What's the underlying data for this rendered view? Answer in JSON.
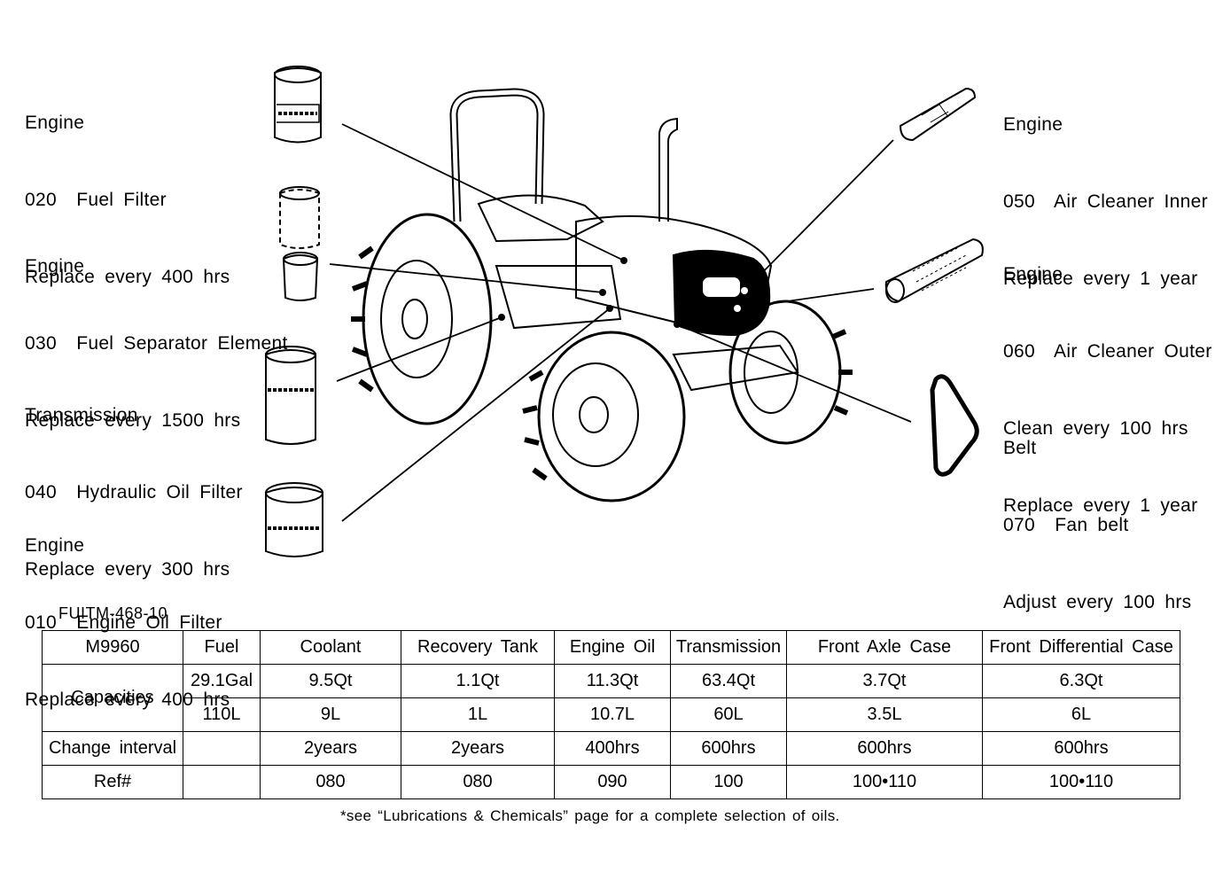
{
  "callouts": {
    "fuel_filter": {
      "system": "Engine",
      "part": "020  Fuel Filter",
      "action": "Replace every 400 hrs"
    },
    "fuel_separator": {
      "system": "Engine",
      "part": "030  Fuel Separator Element",
      "action": "Replace every 1500 hrs"
    },
    "hydraulic_filter": {
      "system": "Transmission",
      "part": "040  Hydraulic Oil Filter",
      "action": "Replace every 300 hrs"
    },
    "oil_filter": {
      "system": "Engine",
      "part": "010  Engine Oil Filter",
      "action": "Replace every 400 hrs"
    },
    "air_inner": {
      "system": "Engine",
      "part": "050  Air Cleaner Inner",
      "action": "Replace every 1 year"
    },
    "air_outer": {
      "system": "Engine",
      "part": "060  Air Cleaner Outer",
      "action": "Clean every 100 hrs",
      "action2": "Replace every 1 year"
    },
    "fan_belt": {
      "system": "Belt",
      "part": "070  Fan belt",
      "action": "Adjust every 100 hrs"
    }
  },
  "figure_code": "FUITM-468-10",
  "table": {
    "model": "M9960",
    "columns": [
      "Fuel",
      "Coolant",
      "Recovery Tank",
      "Engine Oil",
      "Transmission",
      "Front Axle Case",
      "Front Differential Case"
    ],
    "capacities_label": "Capacities",
    "capacities_us": [
      "29.1Gal",
      "9.5Qt",
      "1.1Qt",
      "11.3Qt",
      "63.4Qt",
      "3.7Qt",
      "6.3Qt"
    ],
    "capacities_metric": [
      "110L",
      "9L",
      "1L",
      "10.7L",
      "60L",
      "3.5L",
      "6L"
    ],
    "change_label": "Change interval",
    "change": [
      "",
      "2years",
      "2years",
      "400hrs",
      "600hrs",
      "600hrs",
      "600hrs"
    ],
    "ref_label": "Ref#",
    "ref": [
      "",
      "080",
      "080",
      "090",
      "100",
      "100•110",
      "100•110"
    ]
  },
  "footnote": "*see “Lubrications & Chemicals” page for a complete selection of oils."
}
